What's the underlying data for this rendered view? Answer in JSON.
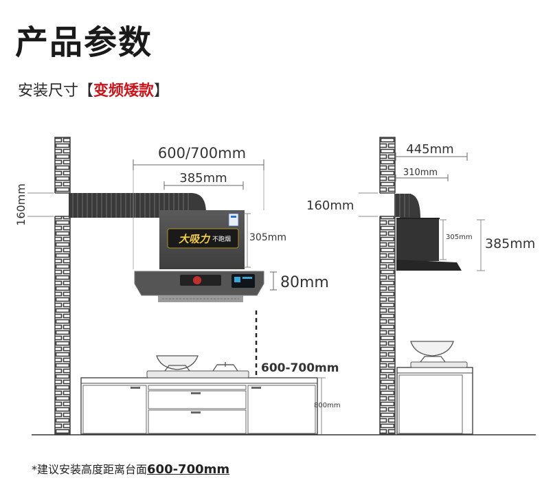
{
  "header": {
    "title": "产品参数",
    "subtitle_prefix": "安装尺寸",
    "bracket_open": "【",
    "subtitle_highlight": "变频矮款",
    "bracket_close": "】"
  },
  "left_view": {
    "duct_width": "600/700mm",
    "inner_width": "385mm",
    "duct_height": "160mm",
    "body_height": "305mm",
    "hood_height": "80mm",
    "mount_height": "600-700mm",
    "counter_height": "800mm",
    "badge_text": "大吸力",
    "badge_sub": "不跑烟"
  },
  "right_view": {
    "depth_total": "445mm",
    "depth_inner": "310mm",
    "duct_height": "160mm",
    "body_height": "305mm",
    "total_height": "385mm"
  },
  "footnote": {
    "label": "*建议安装高度距离台面",
    "value": "600-700mm"
  },
  "colors": {
    "accent": "#c8161d",
    "hood": "#4a4a4a",
    "hood_dark": "#2b2b2b",
    "brick": "#3a3a3a"
  }
}
